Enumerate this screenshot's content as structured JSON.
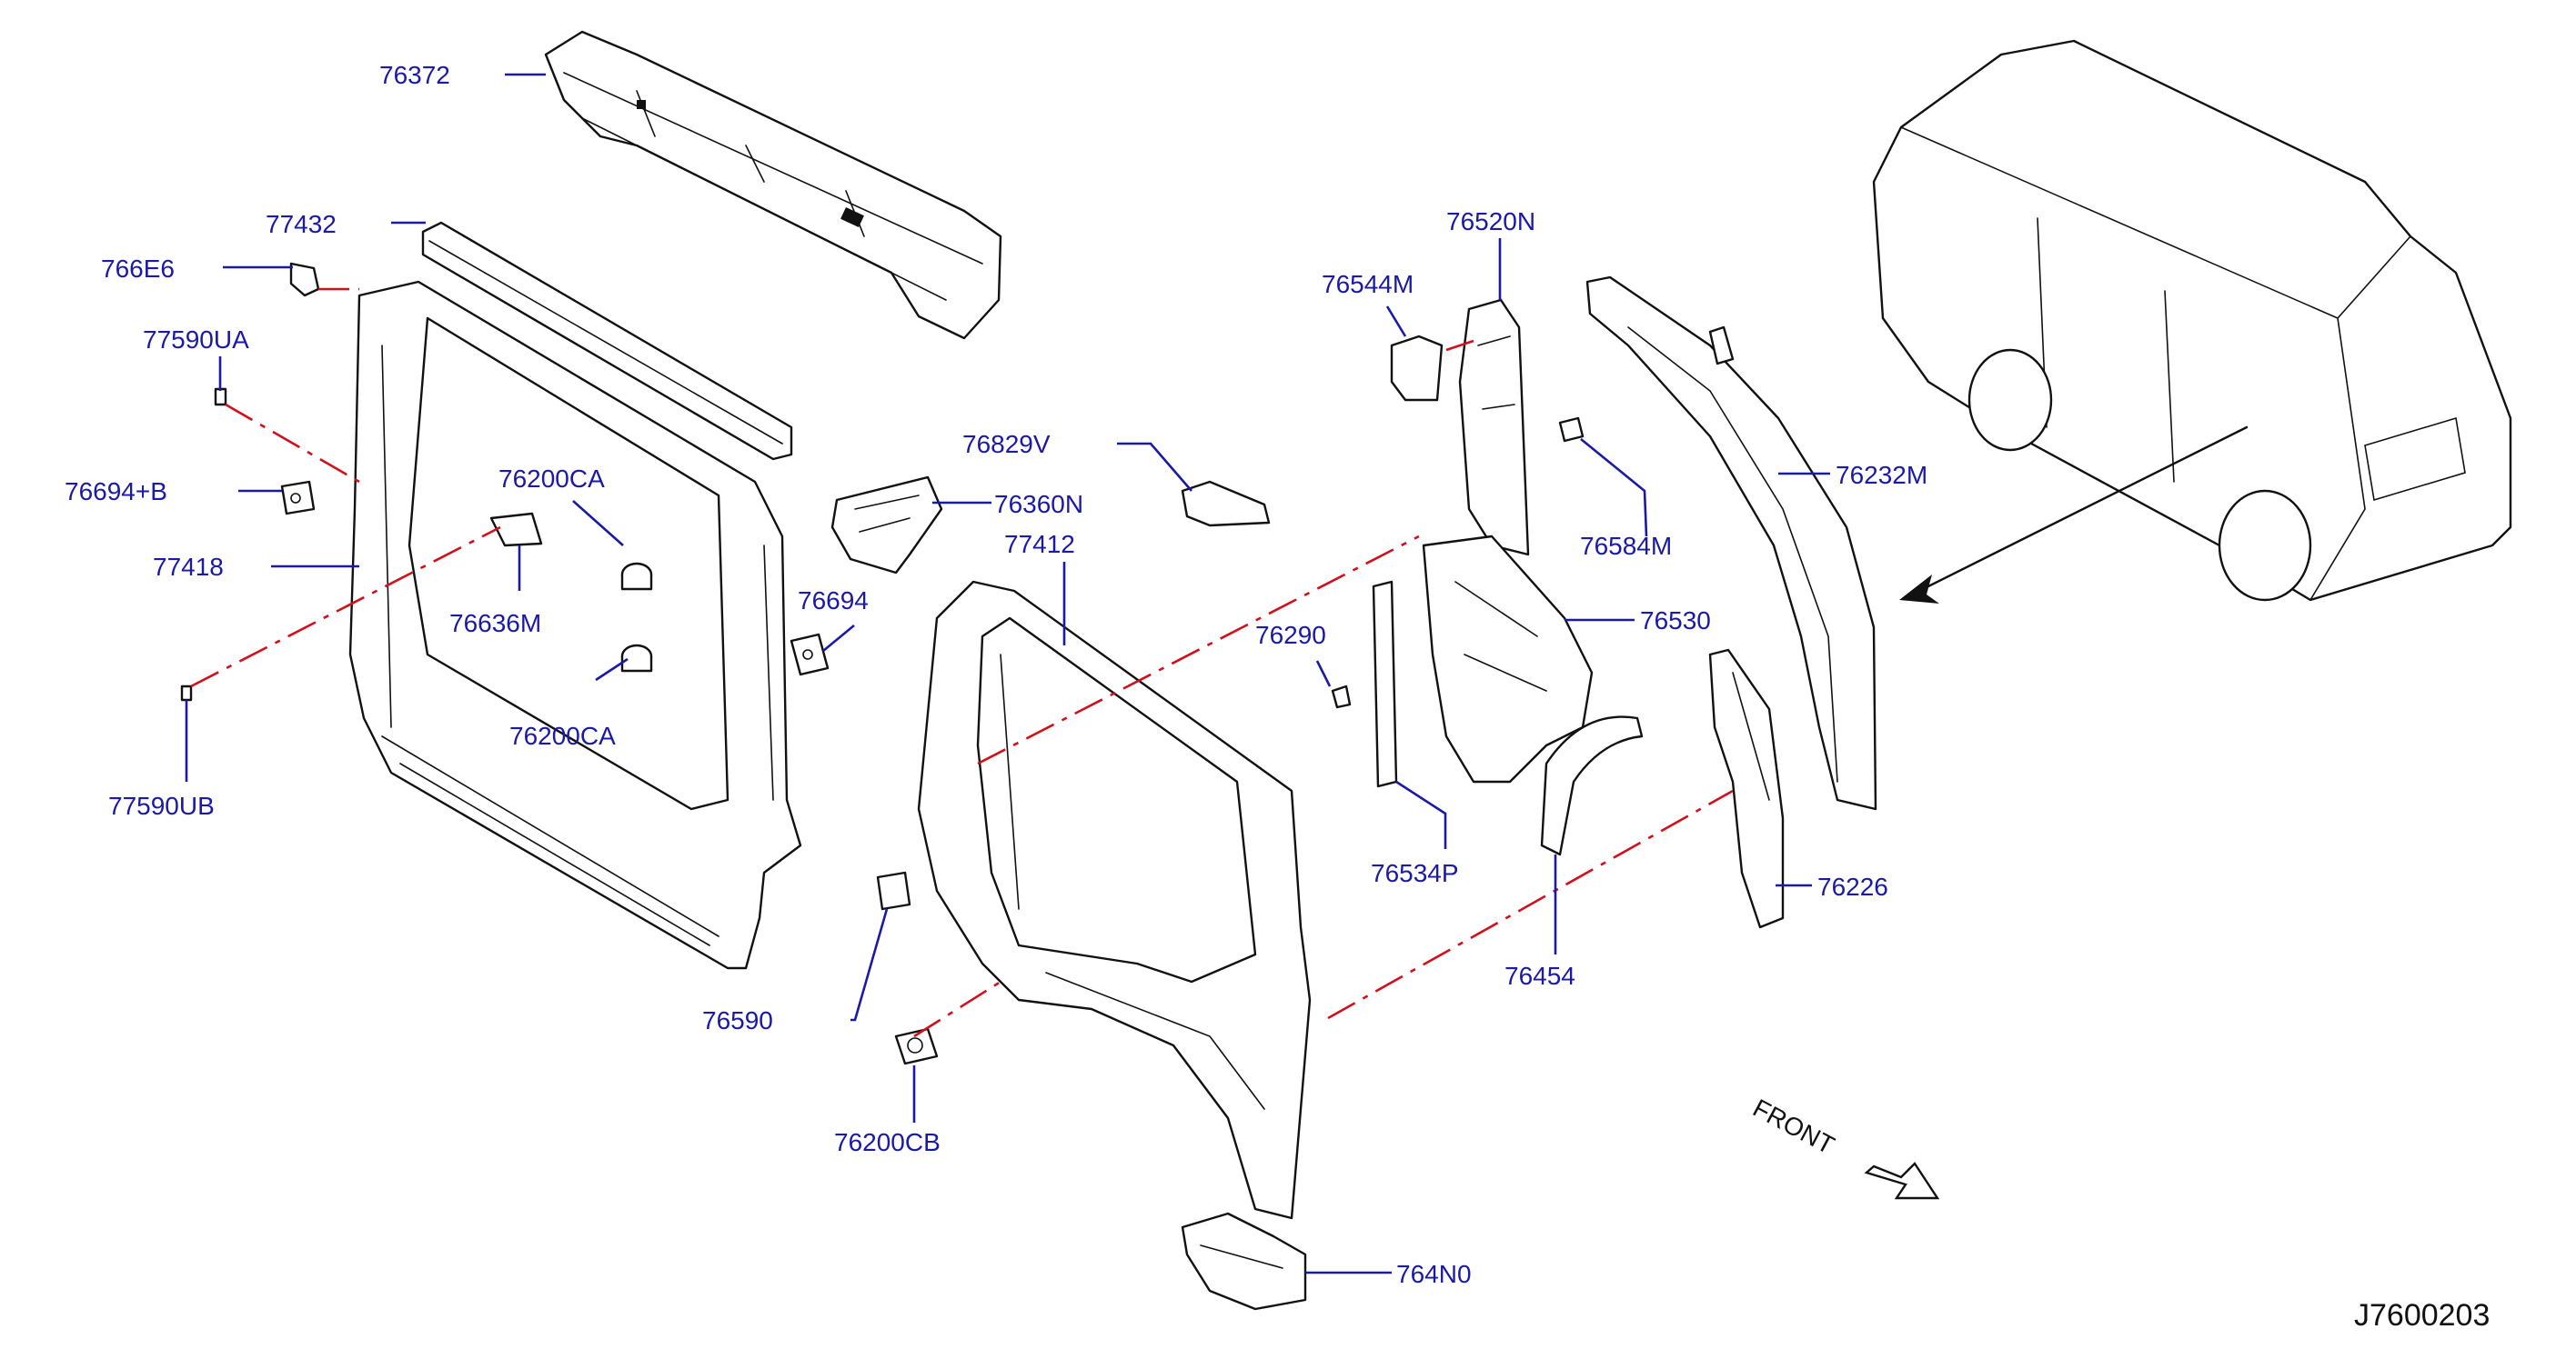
{
  "diagram": {
    "code": "J7600203",
    "front_label": "FRONT",
    "callouts": [
      {
        "id": "76372"
      },
      {
        "id": "77432"
      },
      {
        "id": "766E6"
      },
      {
        "id": "77590UA"
      },
      {
        "id": "76694+B"
      },
      {
        "id": "77418"
      },
      {
        "id": "77590UB"
      },
      {
        "id": "76200CA"
      },
      {
        "id": "76636M"
      },
      {
        "id": "76200CA"
      },
      {
        "id": "76360N"
      },
      {
        "id": "76829V"
      },
      {
        "id": "77412"
      },
      {
        "id": "76694"
      },
      {
        "id": "76590"
      },
      {
        "id": "76200CB"
      },
      {
        "id": "764N0"
      },
      {
        "id": "76520N"
      },
      {
        "id": "76544M"
      },
      {
        "id": "76584M"
      },
      {
        "id": "76232M"
      },
      {
        "id": "76530"
      },
      {
        "id": "76290"
      },
      {
        "id": "76534P"
      },
      {
        "id": "76454"
      },
      {
        "id": "76226"
      }
    ],
    "colors": {
      "label": "#1a1aa6",
      "reference_line": "#d0101a",
      "outline": "#111111"
    }
  }
}
